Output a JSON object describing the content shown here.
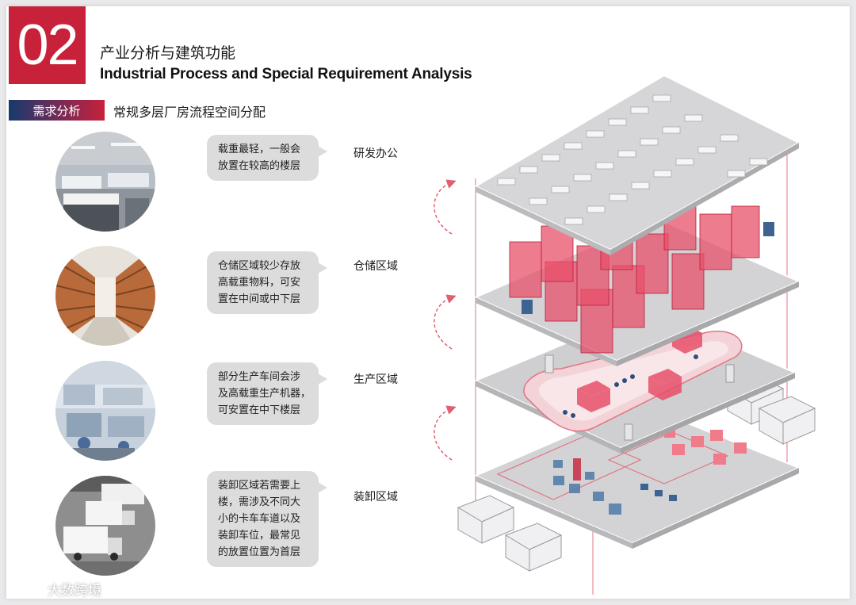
{
  "section": {
    "number": "02",
    "title_cn": "产业分析与建筑功能",
    "title_en": "Industrial Process and Special Requirement Analysis"
  },
  "tag": {
    "label": "需求分析",
    "subtitle": "常规多层厂房流程空间分配"
  },
  "rows": [
    {
      "photo": "laboratory-office-photo",
      "bubble": [
        "载重最轻，一般会",
        "放置在较高的楼层"
      ],
      "zone": "研发办公"
    },
    {
      "photo": "warehouse-shelves-photo",
      "bubble": [
        "仓储区域较少存放",
        "高载重物料，可安",
        "置在中间或中下层"
      ],
      "zone": "仓储区域"
    },
    {
      "photo": "production-workshop-photo",
      "bubble": [
        "部分生产车间会涉",
        "及高载重生产机器，",
        "可安置在中下楼层"
      ],
      "zone": "生产区域"
    },
    {
      "photo": "loading-trucks-photo",
      "bubble": [
        "装卸区域若需要上",
        "楼，需涉及不同大",
        "小的卡车车道以及",
        "装卸车位，最常见",
        "的放置位置为首层"
      ],
      "zone": "装卸区域"
    }
  ],
  "watermark": {
    "text": "大数跨境"
  },
  "colors": {
    "accent": "#c8213a",
    "tag_start": "#163a6e",
    "slab": "#c9c9cb",
    "bubble": "#dcdcdc"
  }
}
